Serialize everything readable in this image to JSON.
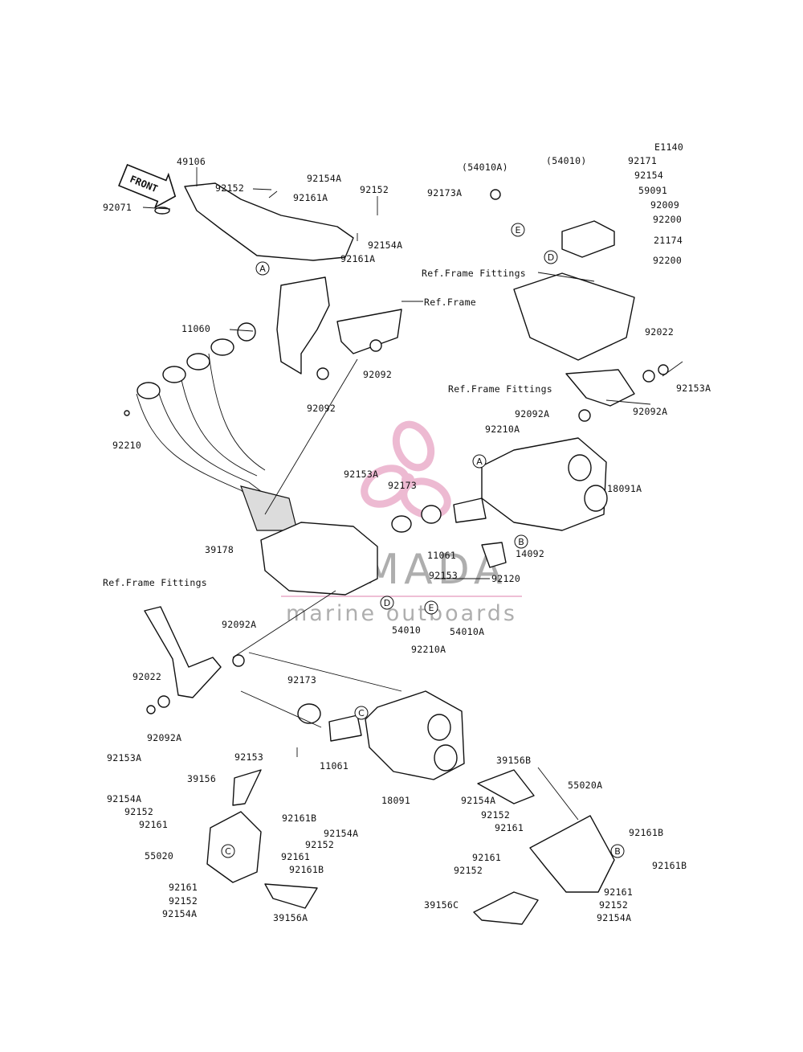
{
  "diagram_code": "E1140",
  "front_arrow_text": "FRONT",
  "watermark": {
    "line1": "ARMADA",
    "line2": "marine outboards",
    "logo_color": "#e7a4c4"
  },
  "callouts": {
    "A": "A",
    "B": "B",
    "C": "C",
    "D": "D",
    "E": "E"
  },
  "labels": [
    "49106",
    "92152",
    "92154A",
    "92161A",
    "92152",
    "92154A",
    "92161A",
    "92071",
    "(54010A)",
    "(54010)",
    "92171",
    "92154",
    "59091",
    "92009",
    "92200",
    "21174",
    "92200",
    "92173A",
    "Ref.Frame Fittings",
    "Ref.Frame",
    "11060",
    "92092",
    "92092",
    "92022",
    "92153A",
    "Ref.Frame Fittings",
    "92092A",
    "92092A",
    "92210",
    "92210A",
    "92153A",
    "92173",
    "18091A",
    "11061",
    "14092",
    "39178",
    "92153",
    "92120",
    "54010",
    "54010A",
    "Ref.Frame Fittings",
    "92092A",
    "92022",
    "92092A",
    "92153A",
    "92210A",
    "92173",
    "92153",
    "11061",
    "18091",
    "39156",
    "92154A",
    "92152",
    "92161",
    "92161B",
    "92154A",
    "92152",
    "55020",
    "92161",
    "92161B",
    "92161",
    "92152",
    "92154A",
    "39156A",
    "39156B",
    "55020A",
    "92154A",
    "92152",
    "92161",
    "92161B",
    "92161",
    "92152",
    "92161B",
    "39156C",
    "92161",
    "92152",
    "92154A"
  ]
}
